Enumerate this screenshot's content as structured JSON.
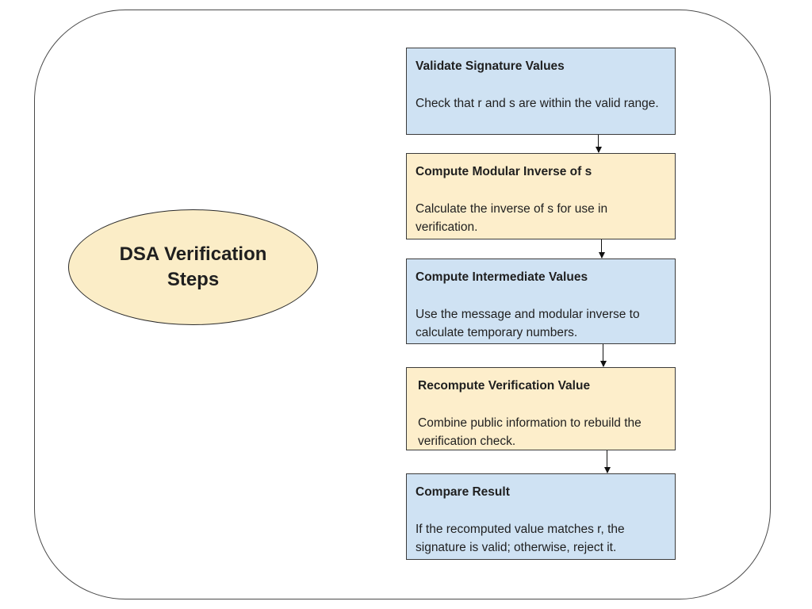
{
  "diagram": {
    "title_ellipse": {
      "label": "DSA Verification Steps",
      "fill": "#fbedc7"
    },
    "steps": [
      {
        "title": "Validate Signature Values",
        "description": "Check that r and s are within the valid range.",
        "fill": "#cfe2f3"
      },
      {
        "title": "Compute Modular Inverse of s",
        "description": "Calculate the inverse of s for use in verification.",
        "fill": "#fdeecb"
      },
      {
        "title": "Compute Intermediate Values",
        "description": "Use the message and modular inverse to calculate temporary numbers.",
        "fill": "#cfe2f3"
      },
      {
        "title": "Recompute Verification Value",
        "description": "Combine public information to rebuild the verification check.",
        "fill": "#fdeecb"
      },
      {
        "title": "Compare Result",
        "description": "If the recomputed value matches r, the signature is valid; otherwise, reject it.",
        "fill": "#cfe2f3"
      }
    ],
    "colors": {
      "step_blue": "#cfe2f3",
      "step_yellow": "#fdeecb",
      "ellipse_fill": "#fbedc7",
      "border_dark": "#3b3b3b",
      "frame_border": "#4a4a4a",
      "arrow": "#111111",
      "text": "#1f1f1f"
    }
  }
}
